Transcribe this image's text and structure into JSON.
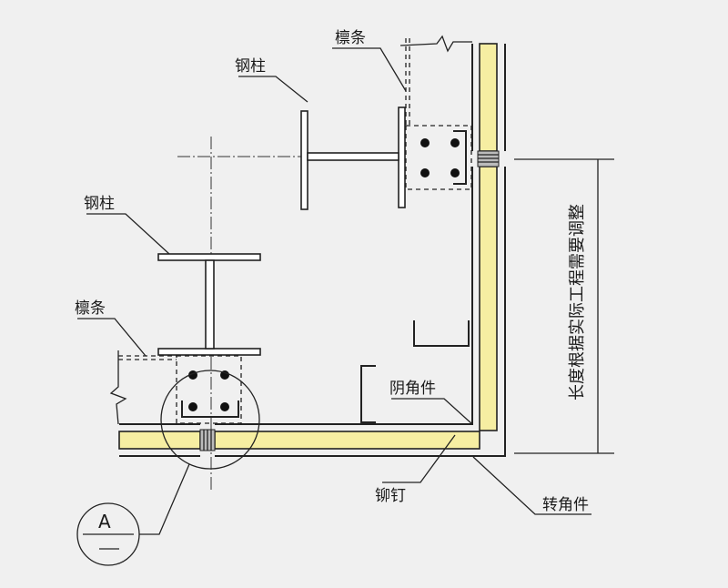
{
  "labels": {
    "purlin_top": "檩条",
    "column_top": "钢柱",
    "column_left": "钢柱",
    "purlin_left": "檩条",
    "inside_corner": "阴角件",
    "rivet": "铆钉",
    "outside_corner": "转角件",
    "dimension_note": "长度根据实际工程需要调整",
    "detail_letter": "A"
  },
  "colors": {
    "background": "#f0f0f0",
    "panel_fill": "#f6eea2",
    "line": "#222222"
  }
}
